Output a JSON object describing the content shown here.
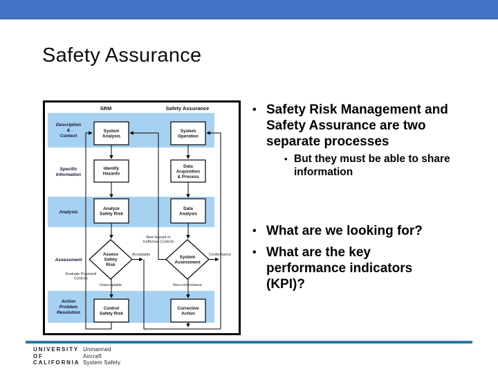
{
  "theme": {
    "top_bar_color": "#4472C4"
  },
  "slide": {
    "title": "Safety Assurance",
    "bullet_char": "•"
  },
  "bullets": [
    {
      "level": 1,
      "text": "Safety Risk Management and Safety Assurance are two separate processes"
    },
    {
      "level": 2,
      "text": "But they must be able to share information"
    },
    {
      "level": 1,
      "text": "What are we looking for?"
    },
    {
      "level": 1,
      "text": "What are the key performance indicators (KPI)?"
    }
  ],
  "diagram": {
    "col_headers": {
      "srm": "SRM",
      "sa": "Safety Assurance"
    },
    "rows": {
      "description": "Description\n&\nContext",
      "specific": "Specific\nInformation",
      "analysis": "Analysis",
      "assessment": "Assessment",
      "action": "Action\nProblem\nResolution"
    },
    "srm": {
      "system_analysis": "System\nAnalysis",
      "identify_hazards": "Identify\nHazards",
      "analyze_safety_risk": "Analyze\nSafety Risk",
      "assess_safety_risk": "Assess\nSafety\nRisk",
      "control_safety_risk": "Control\nSafety Risk"
    },
    "sa": {
      "system_operation": "System\nOperation",
      "data_acquisition": "Data\nAcquisition\n& Process",
      "data_analysis": "Data\nAnalysis",
      "system_assessment": "System\nAssessment",
      "corrective_action": "Corrective\nAction"
    },
    "labels": {
      "acceptable": "Acceptable",
      "unacceptable": "Unacceptable",
      "conformance": "Conformance",
      "non_conformance": "Non-conformance",
      "evaluate_proposed": "Evaluate Proposed\nControls",
      "new_hazard": "New Hazard or\nIneffective Controls"
    },
    "colors": {
      "band": "#A7D1F1"
    }
  },
  "footer": {
    "rule_color": "#2B78A8",
    "org_lines": [
      "UNIVERSITY",
      "OF",
      "CALIFORNIA"
    ],
    "program_lines": [
      "Unmanned",
      "Aircraft",
      "System Safety"
    ]
  }
}
